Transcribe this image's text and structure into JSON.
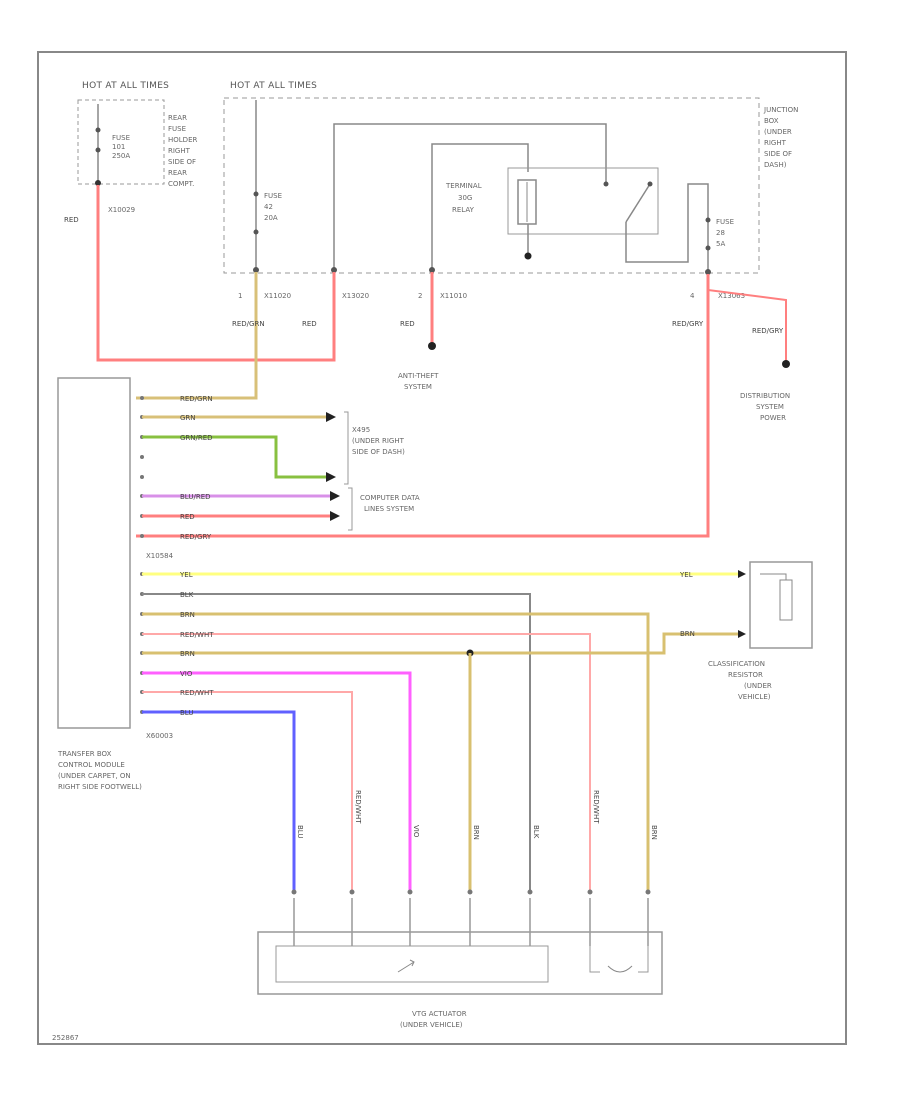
{
  "labels": {
    "hot_at_all_times_1": "HOT AT ALL TIMES",
    "hot_at_all_times_2": "HOT AT ALL TIMES",
    "fuse_101": [
      "FUSE",
      "101",
      "250A"
    ],
    "rear_fuse_holder": [
      "REAR",
      "FUSE",
      "HOLDER",
      "RIGHT",
      "SIDE OF",
      "REAR",
      "COMPT."
    ],
    "fuse_42": [
      "FUSE",
      "42",
      "20A"
    ],
    "fuse_28": [
      "FUSE",
      "28",
      "5A"
    ],
    "junction_box": [
      "JUNCTION",
      "BOX",
      "(UNDER",
      "RIGHT",
      "SIDE OF",
      "DASH)"
    ],
    "terminal_30g_relay": [
      "TERMINAL",
      "30G",
      "RELAY"
    ],
    "conn_x10029": "X10029",
    "conn_x11020": "X11020",
    "conn_x13020": "X13020",
    "conn_x11010": "X11010",
    "conn_x13063": "X13063",
    "conn_x10584": "X10584",
    "conn_x60003": "X60003",
    "pin_1": "1",
    "pin_2": "2",
    "pin_4": "4",
    "anti_theft": [
      "ANTI-THEFT",
      "SYSTEM"
    ],
    "distribution_power": [
      "DISTRIBUTION",
      "SYSTEM",
      "POWER"
    ],
    "x495": [
      "X495",
      "(UNDER RIGHT",
      "SIDE OF DASH)"
    ],
    "computer_data_lines": [
      "COMPUTER DATA",
      "LINES SYSTEM"
    ],
    "classification_resistor": [
      "CLASSIFICATION",
      "RESISTOR",
      "(UNDER",
      "VEHICLE)"
    ],
    "transfer_box_module": [
      "TRANSFER BOX",
      "CONTROL MODULE",
      "(UNDER CARPET, ON",
      "RIGHT SIDE FOOTWELL)"
    ],
    "vtg_actuator": [
      "VTG ACTUATOR",
      "(UNDER VEHICLE)"
    ],
    "page_code": "252867"
  },
  "wires": {
    "red": "RED",
    "red_grn": "RED/GRN",
    "grn": "GRN",
    "grn_red": "GRN/RED",
    "blu_red": "BLU/RED",
    "red_gry": "RED/GRY",
    "yel": "YEL",
    "blk": "BLK",
    "brn": "BRN",
    "red_wht": "RED/WHT",
    "vio": "VIO",
    "blu": "BLU"
  },
  "colors": {
    "red": "#ff7f7f",
    "tan": "#d8c078",
    "green": "#88c040",
    "violet": "#d890e8",
    "yellow": "#ffff80",
    "black": "#888888",
    "brown": "#d8c070",
    "magenta": "#ff60ff",
    "blue": "#6060ff",
    "pink": "#ffa8a8"
  }
}
